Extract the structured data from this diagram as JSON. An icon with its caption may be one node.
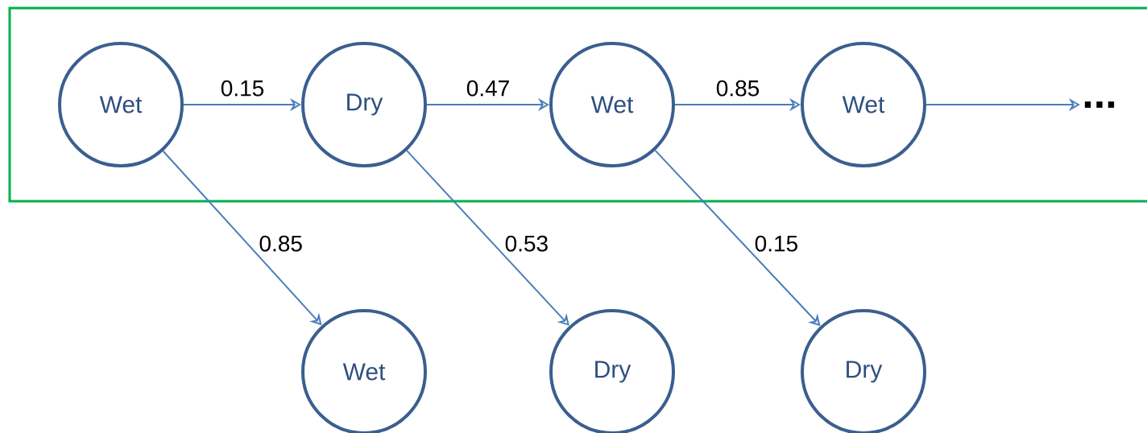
{
  "diagram": {
    "nodes": [
      {
        "text": [],
        "shape": "box"
      },
      {
        "text": [
          "Wet"
        ],
        "in": 0
      },
      {
        "text": [
          "Dry"
        ],
        "in": 0
      },
      {
        "text": [
          "Wet"
        ],
        "in": 0
      },
      {
        "text": [
          "Wet"
        ],
        "in": 0
      },
      {
        "text": [
          "..."
        ],
        "in": 0
      },
      {
        "text": [
          "Wet"
        ]
      },
      {
        "text": [
          "Dry"
        ]
      },
      {
        "text": [
          "Dry"
        ]
      }
    ],
    "edges": [
      {
        "from": 1,
        "to": 2,
        "arrow": "to",
        "label": "0.15"
      },
      {
        "from": 2,
        "to": 3,
        "arrow": "to",
        "label": "0.47"
      },
      {
        "from": 3,
        "to": 4,
        "arrow": "to",
        "label": "0.85"
      },
      {
        "from": 4,
        "to": 5,
        "arrow": "to"
      },
      {
        "from": 1,
        "to": 6,
        "arrow": "to",
        "label": "0.85"
      },
      {
        "from": 2,
        "to": 7,
        "arrow": "to",
        "label": "0.53"
      },
      {
        "from": 3,
        "to": 8,
        "arrow": "to",
        "label": "0.15"
      }
    ]
  }
}
